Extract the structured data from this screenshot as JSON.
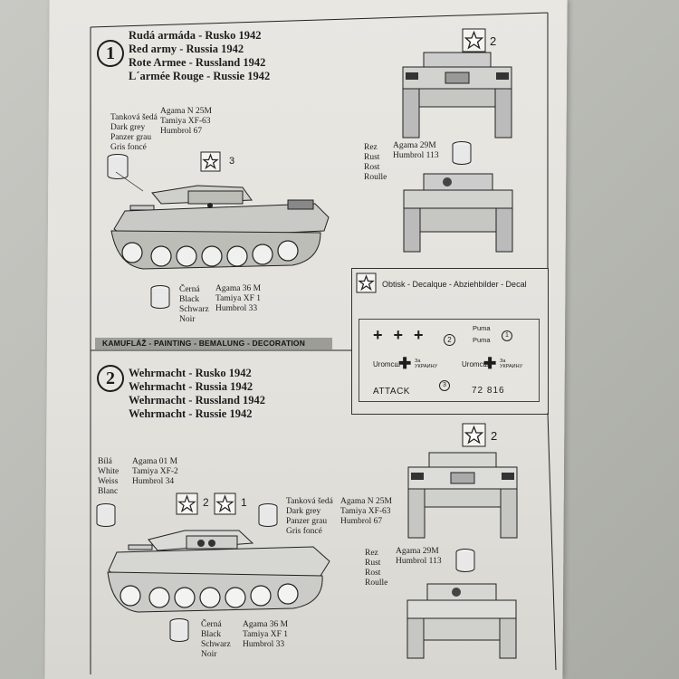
{
  "section1": {
    "number": "1",
    "titles": [
      "Rudá armáda - Rusko 1942",
      "Red army - Russia 1942",
      "Rote Armee - Russland 1942",
      "L´armée Rouge - Russie 1942"
    ],
    "grey": {
      "names": [
        "Tanková šedá",
        "Dark grey",
        "Panzer grau",
        "Gris foncé"
      ],
      "codes": [
        "Agama N 25M",
        "Tamiya XF-63",
        "Humbrol 67"
      ]
    },
    "black": {
      "names": [
        "Černá",
        "Black",
        "Schwarz",
        "Noir"
      ],
      "codes": [
        "Agama 36 M",
        "Tamiya XF 1",
        "Humbrol 33"
      ]
    },
    "rust": {
      "names": [
        "Rez",
        "Rust",
        "Rost",
        "Roulle"
      ],
      "codes": [
        "Agama 29M",
        "Humbrol 113"
      ]
    },
    "marker_side": "3",
    "marker_front": "2"
  },
  "bar_label": "KAMUFLÁŽ - PAINTING - BEMALUNG - DECORATION",
  "decal": {
    "header": "Obtisk - Decalque - Abziehbilder - Decal",
    "marker2": "2",
    "marker1": "1",
    "marker3": "3",
    "puma1": "Puma",
    "puma2": "Puma",
    "left_text": "Uromcш",
    "right_text": "Uromcш",
    "sub_text_left": "За УКРАИНУ",
    "sub_text_right": "За УКРАИНУ",
    "brand": "ATTACK",
    "code": "72 816"
  },
  "section2": {
    "number": "2",
    "titles": [
      "Wehrmacht - Rusko 1942",
      "Wehrmacht - Russia 1942",
      "Wehrmacht - Russland 1942",
      "Wehrmacht - Russie 1942"
    ],
    "white": {
      "names": [
        "Bílá",
        "White",
        "Weiss",
        "Blanc"
      ],
      "codes": [
        "Agama 01 M",
        "Tamiya XF-2",
        "Humbrol 34"
      ]
    },
    "grey": {
      "names": [
        "Tanková šedá",
        "Dark grey",
        "Panzer grau",
        "Gris foncé"
      ],
      "codes": [
        "Agama N 25M",
        "Tamiya XF-63",
        "Humbrol 67"
      ]
    },
    "black": {
      "names": [
        "Černá",
        "Black",
        "Schwarz",
        "Noir"
      ],
      "codes": [
        "Agama 36 M",
        "Tamiya XF 1",
        "Humbrol 33"
      ]
    },
    "rust": {
      "names": [
        "Rez",
        "Rust",
        "Rost",
        "Roulle"
      ],
      "codes": [
        "Agama 29M",
        "Humbrol 113"
      ]
    },
    "marker_a": "2",
    "marker_b": "1",
    "marker_front": "2"
  },
  "colors": {
    "paper": "#e6e4df",
    "ink": "#1d1d1d",
    "bar": "#9d9d98",
    "background": "#bdbeb8"
  }
}
